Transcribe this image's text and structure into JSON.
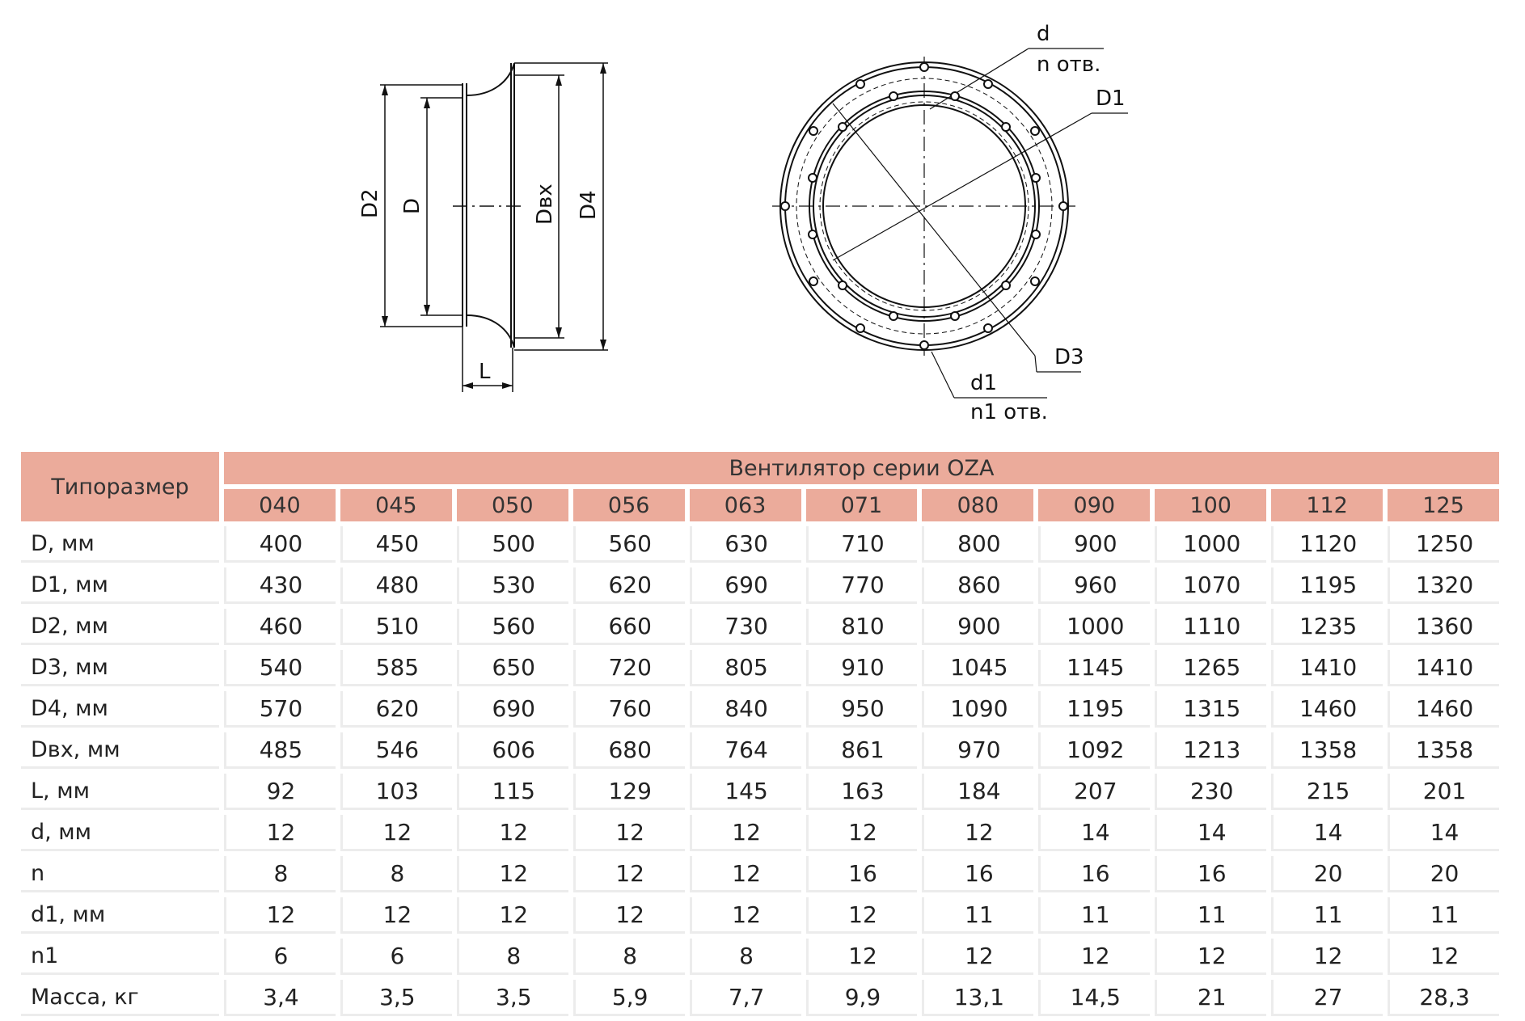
{
  "drawing": {
    "side": {
      "D2": "D2",
      "D": "D",
      "Dvx": "Dвх",
      "D4": "D4",
      "L": "L"
    },
    "front": {
      "d": "d",
      "n_otv": "n отв.",
      "D1": "D1",
      "D3": "D3",
      "d1": "d1",
      "n1_otv": "n1 отв."
    }
  },
  "table": {
    "type_header": "Типоразмер",
    "group_header": "Вентилятор серии OZA",
    "sizes": [
      "040",
      "045",
      "050",
      "056",
      "063",
      "071",
      "080",
      "090",
      "100",
      "112",
      "125"
    ],
    "rows": [
      {
        "label": "D, мм",
        "values": [
          "400",
          "450",
          "500",
          "560",
          "630",
          "710",
          "800",
          "900",
          "1000",
          "1120",
          "1250"
        ]
      },
      {
        "label": "D1, мм",
        "values": [
          "430",
          "480",
          "530",
          "620",
          "690",
          "770",
          "860",
          "960",
          "1070",
          "1195",
          "1320"
        ]
      },
      {
        "label": "D2, мм",
        "values": [
          "460",
          "510",
          "560",
          "660",
          "730",
          "810",
          "900",
          "1000",
          "1110",
          "1235",
          "1360"
        ]
      },
      {
        "label": "D3, мм",
        "values": [
          "540",
          "585",
          "650",
          "720",
          "805",
          "910",
          "1045",
          "1145",
          "1265",
          "1410",
          "1410"
        ]
      },
      {
        "label": "D4, мм",
        "values": [
          "570",
          "620",
          "690",
          "760",
          "840",
          "950",
          "1090",
          "1195",
          "1315",
          "1460",
          "1460"
        ]
      },
      {
        "label": "Dвх, мм",
        "values": [
          "485",
          "546",
          "606",
          "680",
          "764",
          "861",
          "970",
          "1092",
          "1213",
          "1358",
          "1358"
        ]
      },
      {
        "label": "L, мм",
        "values": [
          "92",
          "103",
          "115",
          "129",
          "145",
          "163",
          "184",
          "207",
          "230",
          "215",
          "201"
        ]
      },
      {
        "label": "d, мм",
        "values": [
          "12",
          "12",
          "12",
          "12",
          "12",
          "12",
          "12",
          "14",
          "14",
          "14",
          "14"
        ]
      },
      {
        "label": "n",
        "values": [
          "8",
          "8",
          "12",
          "12",
          "12",
          "16",
          "16",
          "16",
          "16",
          "20",
          "20"
        ]
      },
      {
        "label": "d1, мм",
        "values": [
          "12",
          "12",
          "12",
          "12",
          "12",
          "12",
          "11",
          "11",
          "11",
          "11",
          "11"
        ]
      },
      {
        "label": "n1",
        "values": [
          "6",
          "6",
          "8",
          "8",
          "8",
          "12",
          "12",
          "12",
          "12",
          "12",
          "12"
        ]
      },
      {
        "label": "Масса, кг",
        "values": [
          "3,4",
          "3,5",
          "3,5",
          "5,9",
          "7,7",
          "9,9",
          "13,1",
          "14,5",
          "21",
          "27",
          "28,3"
        ]
      }
    ]
  },
  "colors": {
    "header_bg": "#ebab9b",
    "grid": "#ececec"
  }
}
